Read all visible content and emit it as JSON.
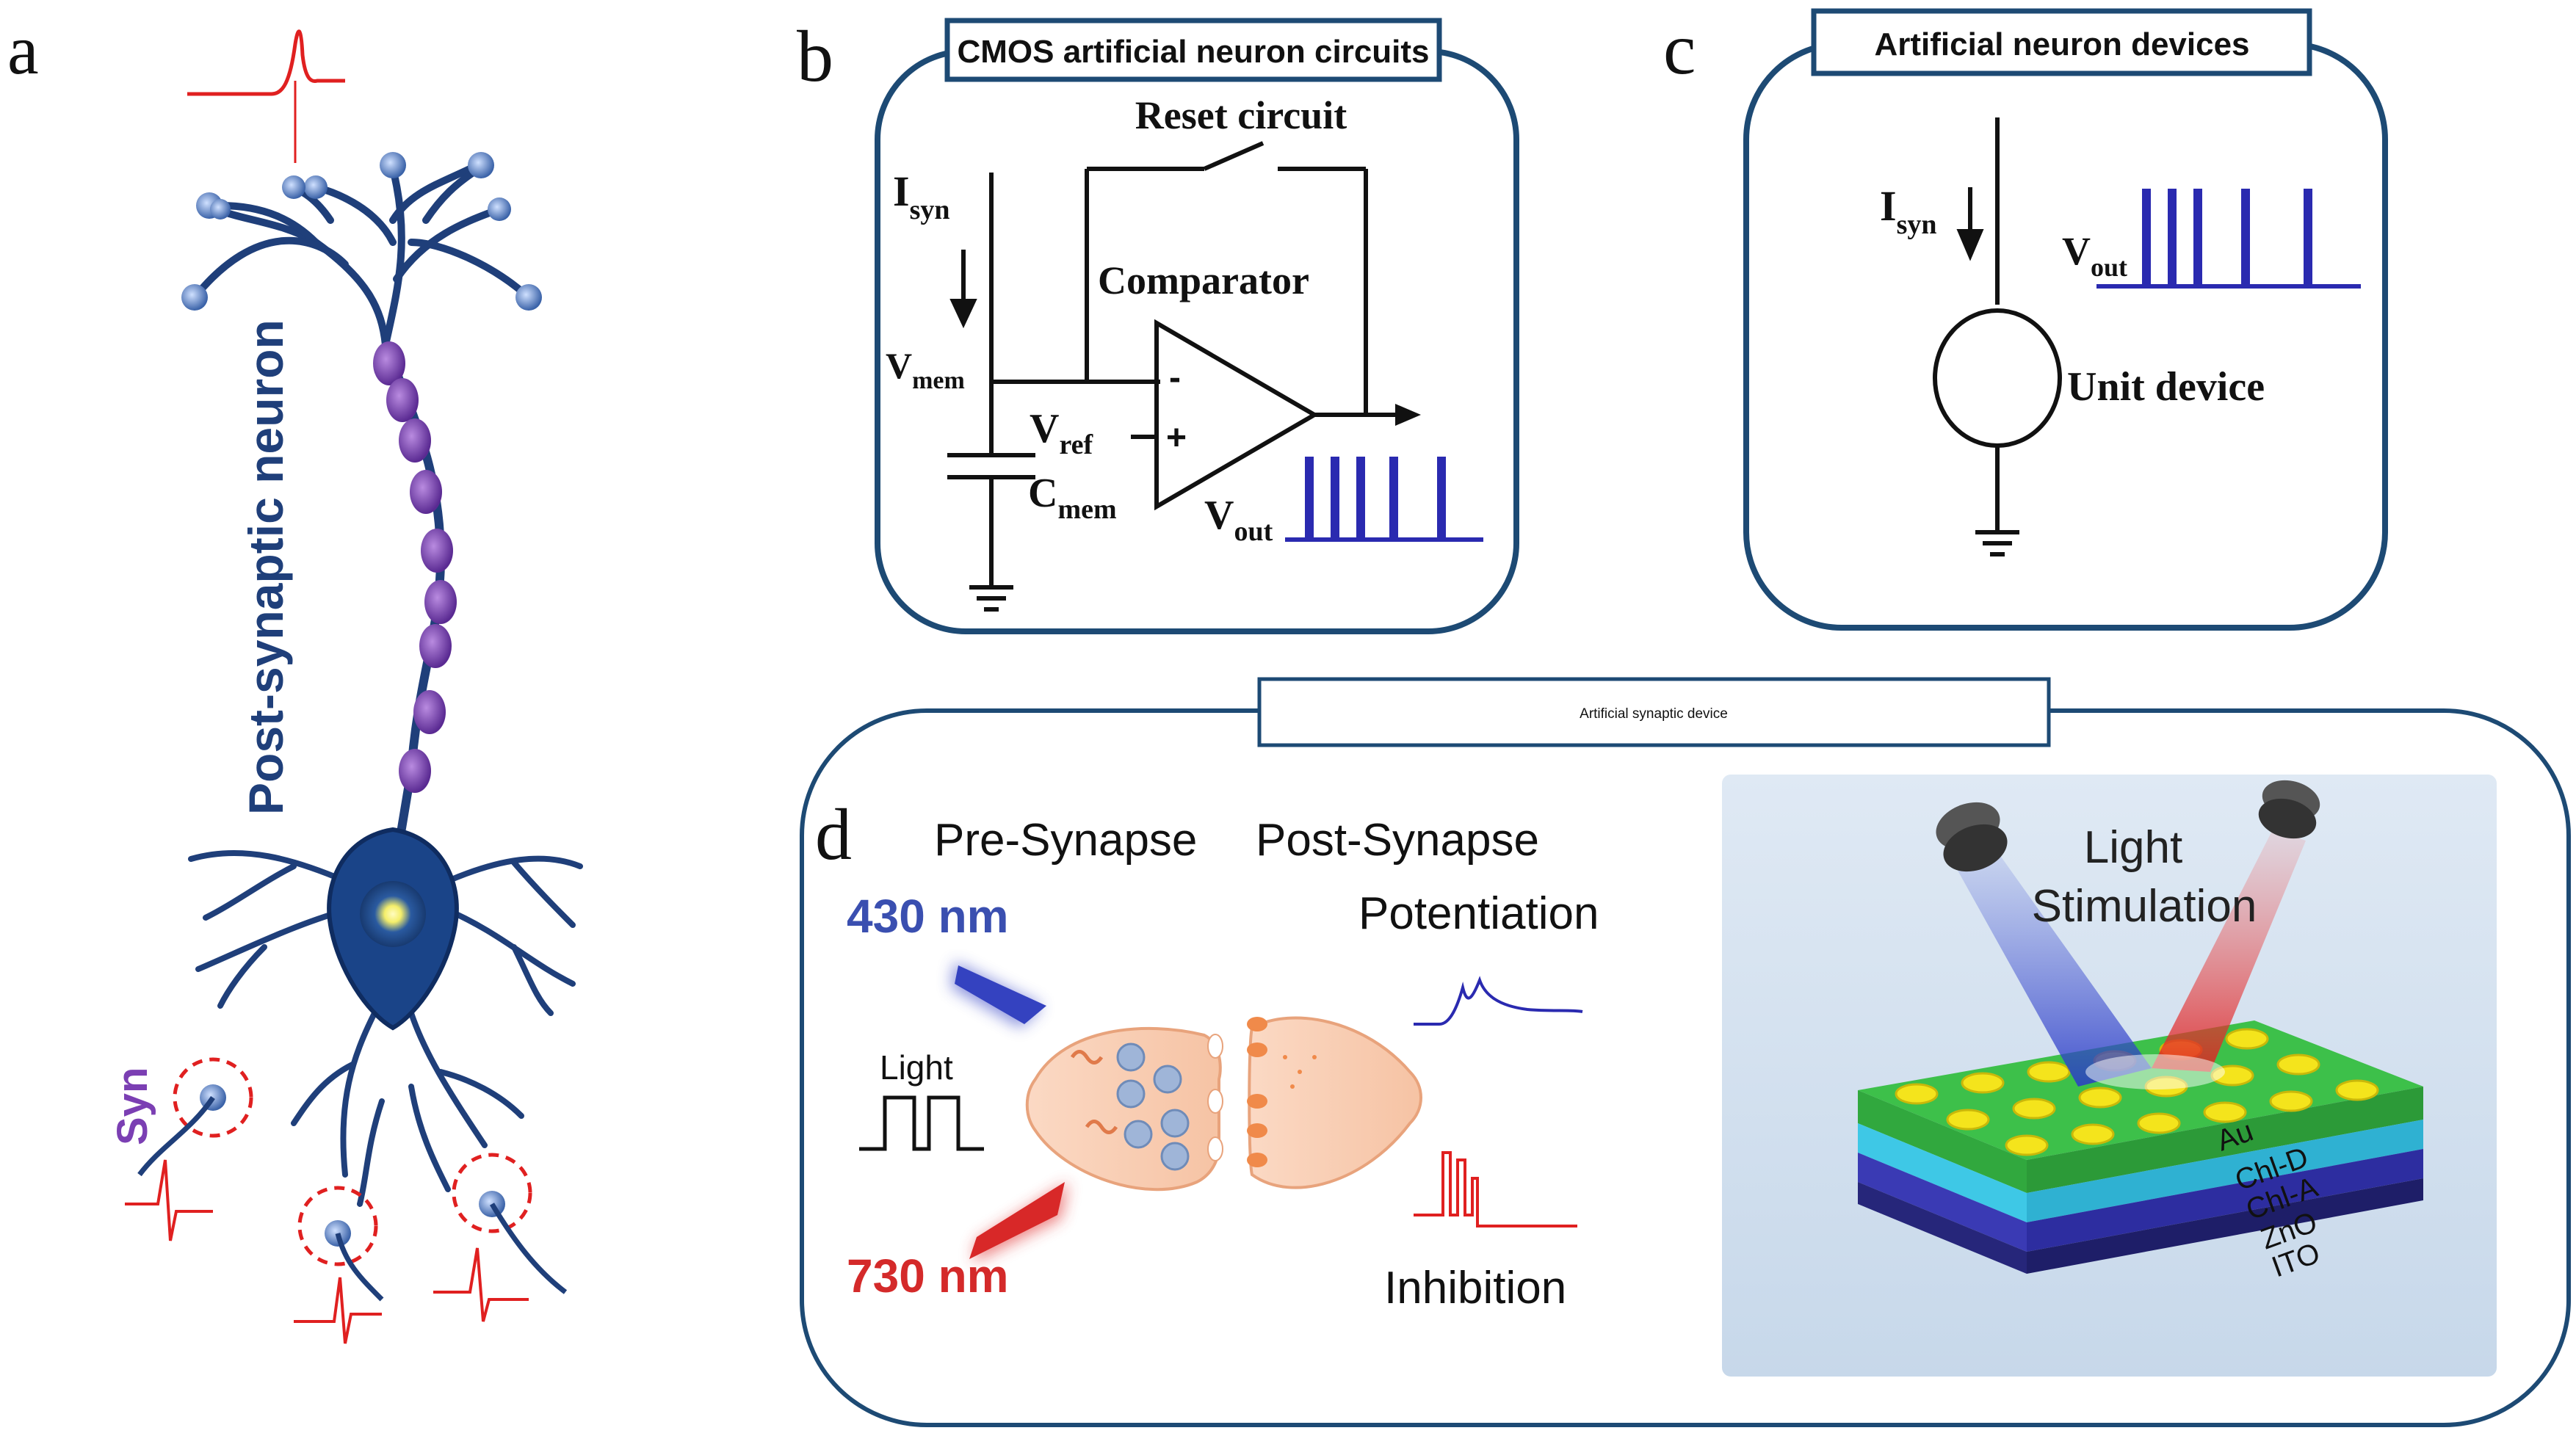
{
  "panels": {
    "a": {
      "letter": "a",
      "vertical_label": "Post-synaptic neuron",
      "syn_label": "Syn"
    },
    "b": {
      "letter": "b",
      "title": "CMOS artificial neuron circuits",
      "reset_label": "Reset circuit",
      "comparator_label": "Comparator",
      "isyn_main": "I",
      "isyn_sub": "syn",
      "vmem_main": "V",
      "vmem_sub": "mem",
      "vref_main": "V",
      "vref_sub": "ref",
      "cmem_main": "C",
      "cmem_sub": "mem",
      "vout_main": "V",
      "vout_sub": "out",
      "minus": "-",
      "plus": "+"
    },
    "c": {
      "letter": "c",
      "title": "Artificial neuron devices",
      "isyn_main": "I",
      "isyn_sub": "syn",
      "vout_main": "V",
      "vout_sub": "out",
      "unit_label": "Unit device"
    },
    "d": {
      "letter": "d",
      "title": "Artificial synaptic device",
      "pre_label": "Pre-Synapse",
      "post_label": "Post-Synapse",
      "wl_blue": "430 nm",
      "wl_red": "730 nm",
      "light_label": "Light",
      "potentiation_label": "Potentiation",
      "inhibition_label": "Inhibition",
      "light_stim_line1": "Light",
      "light_stim_line2": "Stimulation",
      "layers": [
        "Au",
        "Chl-D",
        "Chl-A",
        "ZnO",
        "ITO"
      ]
    }
  },
  "colors": {
    "frame": "#1d4a74",
    "neuron": "#1f3f7a",
    "purple": "#7b3fb3",
    "spike_red": "#e02020",
    "spike_blue": "#2a2ab0",
    "text_blue": "#3a4fb0",
    "text_red": "#d42a2a"
  }
}
